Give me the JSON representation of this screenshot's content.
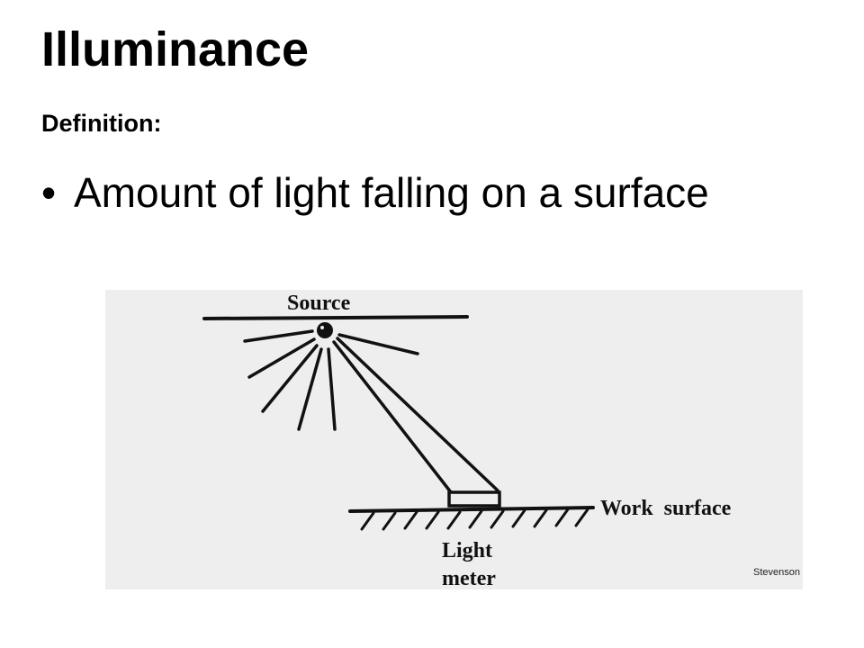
{
  "slide": {
    "title": "Illuminance",
    "subtitle": "Definition:",
    "bullet_marker": "•",
    "bullet_text": "Amount of light falling on a surface"
  },
  "figure": {
    "labels": {
      "source": "Source",
      "work_surface": "Work  surface",
      "light_meter_line1": "Light",
      "light_meter_line2": "meter"
    },
    "credit": "Stevenson",
    "colors": {
      "ink": "#111111",
      "background": "#eeeeee"
    }
  }
}
